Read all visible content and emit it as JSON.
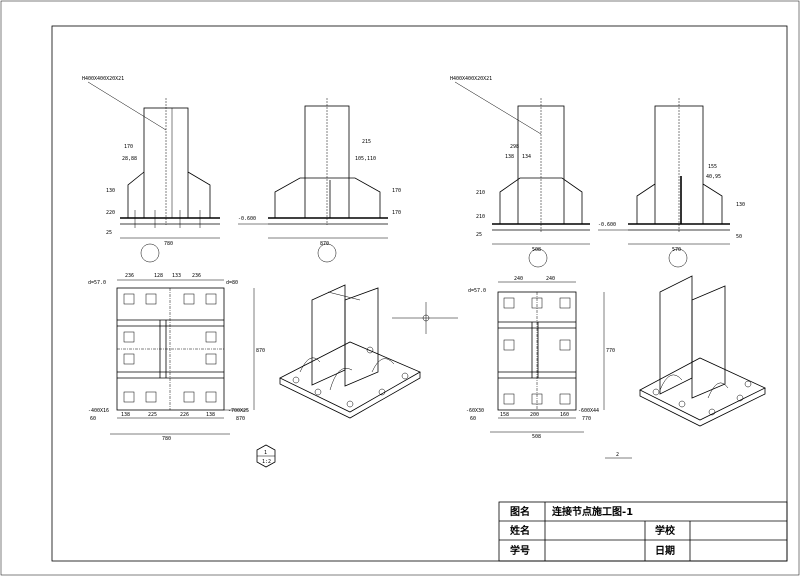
{
  "title_block": {
    "drawing_name_label": "图名",
    "drawing_name": "连接节点施工图-1",
    "name_label": "姓名",
    "school_label": "学校",
    "student_id_label": "学号",
    "date_label": "日期"
  },
  "elevations": {
    "view1": {
      "member": "H400X400X20X21",
      "dims": [
        "170",
        "28,88",
        "130",
        "220",
        "780",
        "25"
      ]
    },
    "view2": {
      "dims": [
        "215",
        "105,110",
        "-0.600",
        "170",
        "170",
        "870"
      ]
    },
    "view3": {
      "member": "H400X400X20X21",
      "dims": [
        "298",
        "138",
        "134",
        "210",
        "210",
        "25",
        "508"
      ]
    },
    "view4": {
      "dims": [
        "155",
        "40,95",
        "-0.600",
        "130",
        "50",
        "570"
      ]
    }
  },
  "plans": {
    "plan1": {
      "dims_top": [
        "236",
        "128",
        "133",
        "236"
      ],
      "dims_bottom": [
        "138",
        "225",
        "226",
        "138"
      ],
      "overall": "780",
      "side": "870",
      "callout_left": "d=57.0",
      "callout_right": "d=80",
      "note_left": "-400X16",
      "note_right": "-700X25",
      "n1": "60",
      "n2": "870"
    },
    "plan2": {
      "dims_top": [
        "240",
        "240"
      ],
      "dims_bottom": [
        "158",
        "200",
        "160"
      ],
      "overall": "508",
      "side": "770",
      "callout_left": "d=57.0",
      "note_left": "-60X30",
      "note_right": "-600X44",
      "n1": "60",
      "n2": "770"
    }
  },
  "section_symbol": {
    "number": "1",
    "sub": "1:2"
  },
  "small_mark": "2"
}
